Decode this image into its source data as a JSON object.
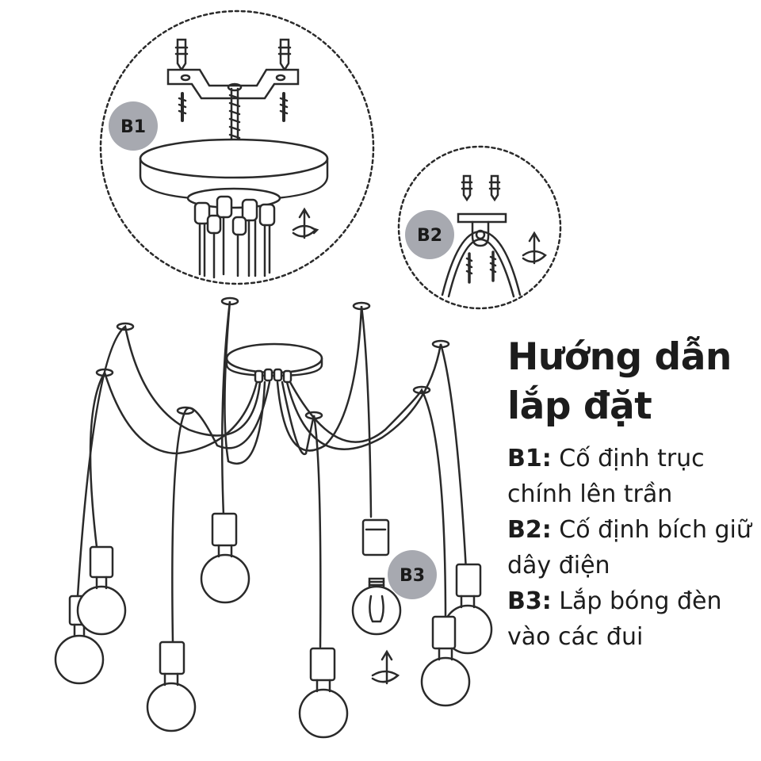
{
  "title_lines": [
    "Hướng dẫn",
    "lắp đặt"
  ],
  "steps": [
    {
      "id": "B1:",
      "text": "Cố định trục chính lên trần"
    },
    {
      "id": "B2:",
      "text": "Cố định bích giữ dây điện"
    },
    {
      "id": "B3:",
      "text": "Lắp bóng đèn vào các đui"
    }
  ],
  "badges": {
    "b1": "B1",
    "b2": "B2",
    "b3": "B3"
  },
  "colors": {
    "line": "#2a2a2a",
    "badge_fill": "#a7a9b0",
    "text": "#1c1c1c"
  }
}
